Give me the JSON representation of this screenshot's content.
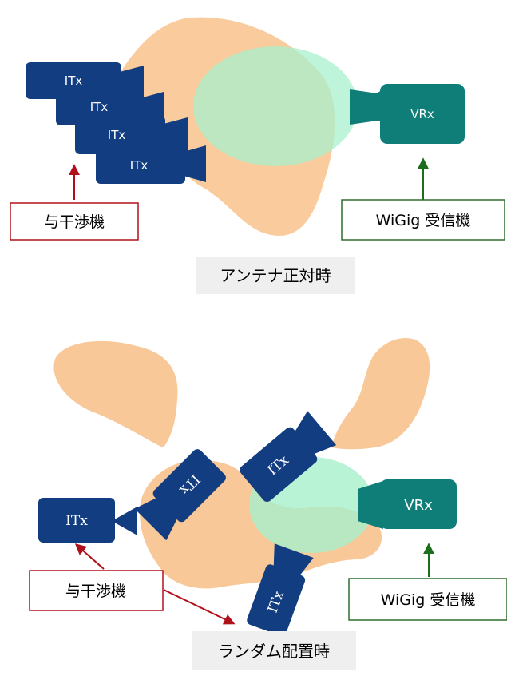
{
  "top": {
    "interferers": [
      "ITx",
      "ITx",
      "ITx",
      "ITx"
    ],
    "receiver": "VRx",
    "interferer_callout": "与干渉機",
    "receiver_callout": "WiGig 受信機",
    "caption": "アンテナ正対時"
  },
  "bottom": {
    "interferers": [
      "ITx",
      "ITx",
      "ITx",
      "ITx"
    ],
    "receiver": "VRx",
    "interferer_callout": "与干渉機",
    "receiver_callout": "WiGig 受信機",
    "caption": "ランダム配置時"
  },
  "colors": {
    "interferer_body": "#123d80",
    "receiver_body": "#0f7d78",
    "beam_interferer": "#f9c898",
    "beam_receiver": "#a8f0cc",
    "arrow_red": "#b0101a",
    "arrow_green": "#1b6e1b",
    "callout_red_border": "#b0101a",
    "callout_green_border": "#2e6e2e",
    "caption_bg": "#efefef"
  }
}
